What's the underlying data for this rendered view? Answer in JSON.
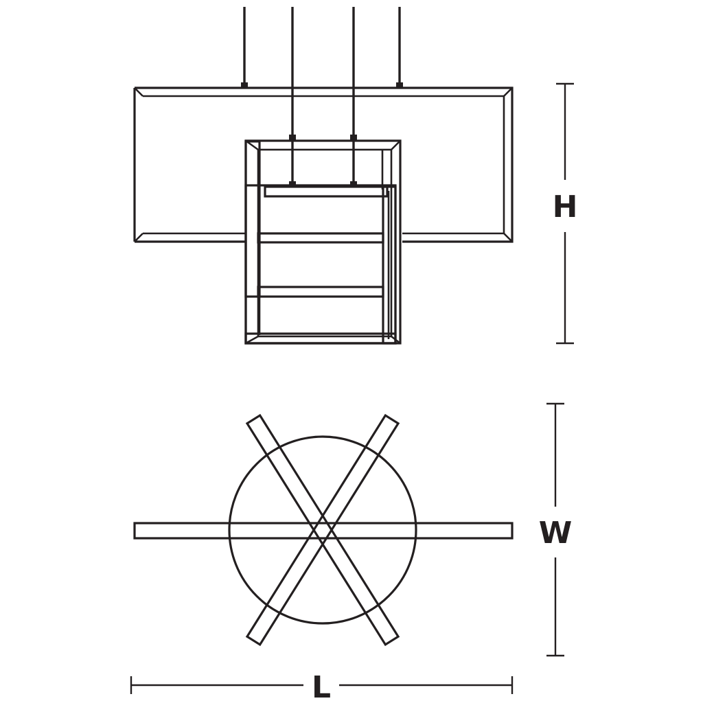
{
  "dimensions": {
    "height_label": "H",
    "width_label": "W",
    "length_label": "L"
  },
  "views": {
    "side_view": "pendant-side-elevation",
    "top_view": "pendant-top-plan"
  },
  "colors": {
    "line": "#231f20",
    "background": "#ffffff"
  }
}
